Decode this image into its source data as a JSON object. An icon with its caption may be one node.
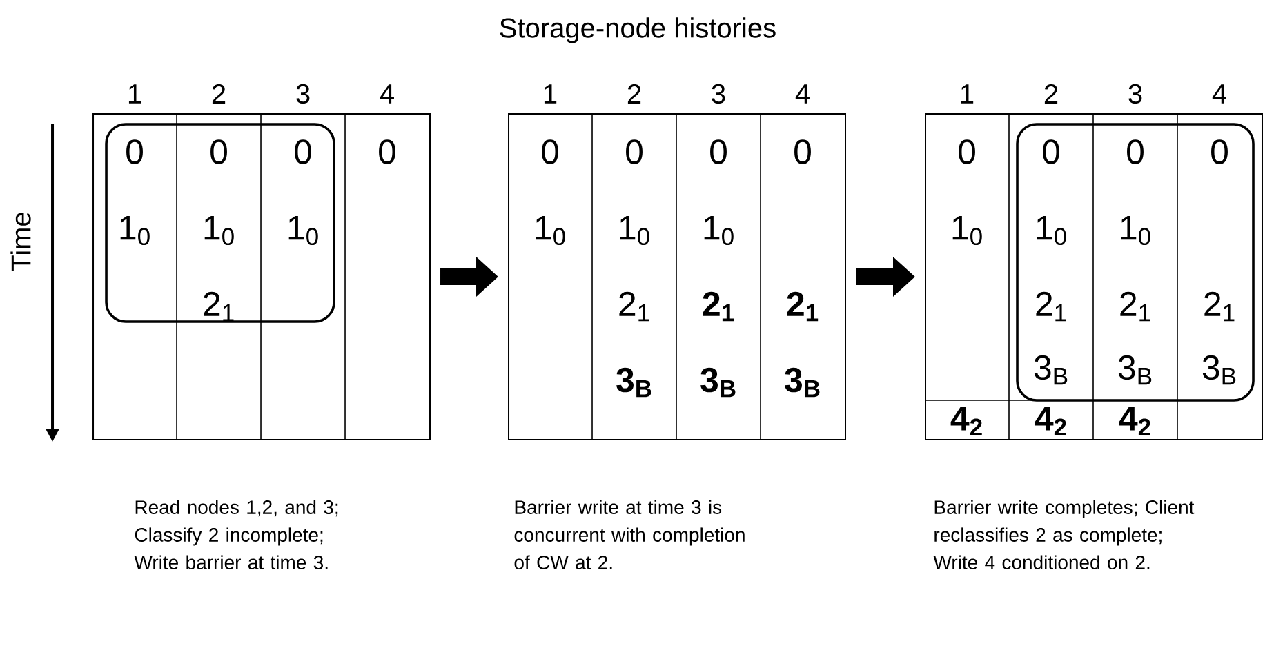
{
  "diagram": {
    "title": "Storage-node histories",
    "nodes": [
      {
        "text": [],
        "shape": "box",
        "beside": [
          "Read nodes 1,2, and 3; Classify 2 incomplete; Write barrier at time 3."
        ]
      },
      {
        "text": [],
        "shape": "box",
        "beside": [
          "Barrier write at time 3 is concurrent with completion of CW at 2."
        ]
      },
      {
        "text": [],
        "shape": "box",
        "beside": [
          "Barrier write completes; Client reclassifies 2 as complete; Write 4 conditioned on 2."
        ]
      }
    ],
    "edges": [
      {
        "from": 0,
        "to": 1,
        "arrow": "to"
      },
      {
        "from": 1,
        "to": 2,
        "arrow": "to"
      }
    ],
    "labels": [
      "Time",
      "1",
      "2",
      "3",
      "4",
      "0",
      "0",
      "0",
      "0",
      "1$_{0}$",
      "1$_{0}$",
      "1$_{0}$",
      "2$_{1}$",
      "1",
      "2",
      "3",
      "4",
      "0",
      "0",
      "0",
      "0",
      "1$_{0}$",
      "1$_{0}$",
      "1$_{0}$",
      "2$_{1}$",
      "2$_{1}$",
      "2$_{1}$",
      "3$_{B}$",
      "3$_{B}$",
      "3$_{B}$",
      "1",
      "2",
      "3",
      "4",
      "0",
      "0",
      "0",
      "0",
      "1$_{0}$",
      "1$_{0}$",
      "1$_{0}$",
      "2$_{1}$",
      "2$_{1}$",
      "2$_{1}$",
      "3$_{B}$",
      "3$_{B}$",
      "3$_{B}$",
      "4$_{2}$",
      "4$_{2}$",
      "4$_{2}$"
    ]
  }
}
